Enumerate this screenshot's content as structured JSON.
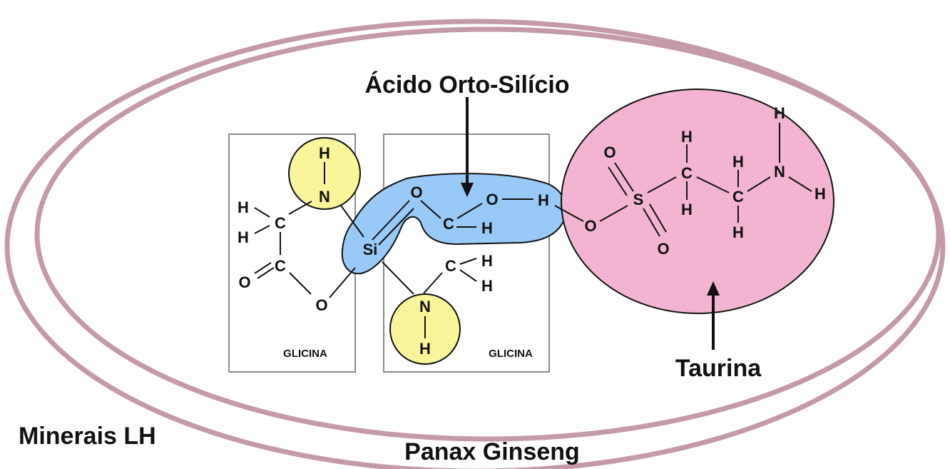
{
  "labels": {
    "acid": "Ácido Orto-Silício",
    "taurine": "Taurina",
    "minerals": "Minerais LH",
    "ginseng": "Panax Ginseng",
    "glycine_left": "GLICINA",
    "glycine_right": "GLICINA"
  },
  "atoms": {
    "H": "H",
    "N": "N",
    "C": "C",
    "O": "O",
    "S": "S",
    "Si": "Si"
  },
  "colors": {
    "ellipse_stroke": "#c49aa6",
    "yellow_circle": "#f8f59a",
    "blue_highlight": "#99c9f7",
    "taurine_fill": "#f2b4d0",
    "box_stroke": "#8c8c8c"
  }
}
